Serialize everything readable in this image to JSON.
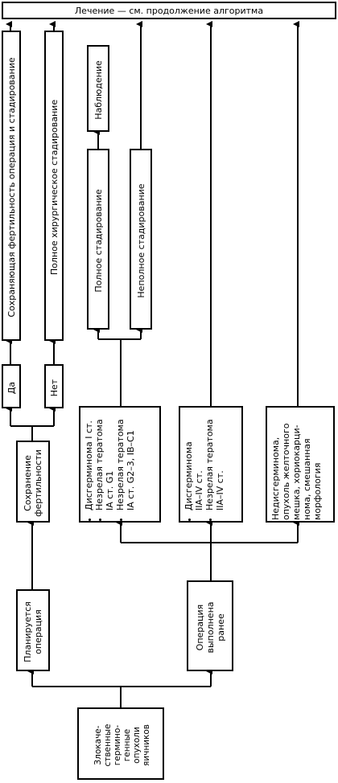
{
  "header": {
    "treatment": "Лечение — см. продолжение алгоритма"
  },
  "start": {
    "label": "Злокаче-\nственные\nгермино-\nгенные\nопухоли\nяичников"
  },
  "planned_operation": {
    "label": "Планируется\nоперация"
  },
  "operation_done": {
    "label": "Операция\nвыполнена\nранее"
  },
  "fertility_preservation": {
    "label": "Сохранение\nфертильности"
  },
  "answers": {
    "yes": "Да",
    "no": "Нет"
  },
  "fertility_sparing_surgery": {
    "label": "Сохраняющая фертильность операция и стадирование"
  },
  "full_surgical_staging": {
    "label": "Полное хирургическое стадирование"
  },
  "early_group": {
    "items": [
      "Дисгерминома I ст.",
      "Незрелая тератома\nIA ст. G1",
      "Незрелая тератома\nIA ст. G2–3, IB–C1"
    ]
  },
  "advanced_group": {
    "items": [
      "Дисгерминома\nIIA–IV ст.",
      "Незрелая тератома\nIIA–IV ст."
    ]
  },
  "other_group": {
    "label": "Недисгерминома,\nопухоль желточного\nмешка, хориокарци-\nнома, смешанная\nморфология"
  },
  "full_staging": {
    "label": "Полное стадирование"
  },
  "incomplete_staging": {
    "label": "Неполное стадирование"
  },
  "observation": {
    "label": "Наблюдение"
  }
}
